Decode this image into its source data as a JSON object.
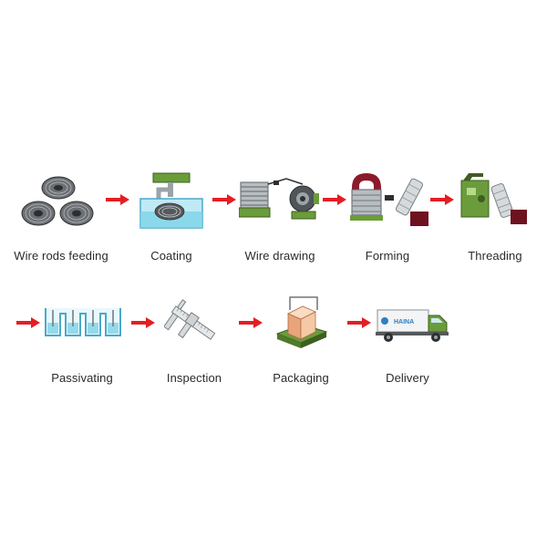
{
  "steps": [
    {
      "label": "Wire rods feeding",
      "icon": "wire-coil-icon"
    },
    {
      "label": "Coating",
      "icon": "coating-tank-icon"
    },
    {
      "label": "Wire drawing",
      "icon": "wire-drawing-machine-icon"
    },
    {
      "label": "Forming",
      "icon": "forming-machine-icon"
    },
    {
      "label": "Threading",
      "icon": "threading-machine-icon"
    },
    {
      "label": "Passivating",
      "icon": "passivating-tank-icon"
    },
    {
      "label": "Inspection",
      "icon": "caliper-icon"
    },
    {
      "label": "Packaging",
      "icon": "pallet-box-icon"
    },
    {
      "label": "Delivery",
      "icon": "truck-icon"
    }
  ],
  "truck_brand": "HAINA",
  "colors": {
    "arrow": "#e31e24",
    "machine_green": "#6b9c3b",
    "machine_dark": "#8b1a2a",
    "tank_blue": "#7fd3e8",
    "metal": "#9aa4a8"
  }
}
